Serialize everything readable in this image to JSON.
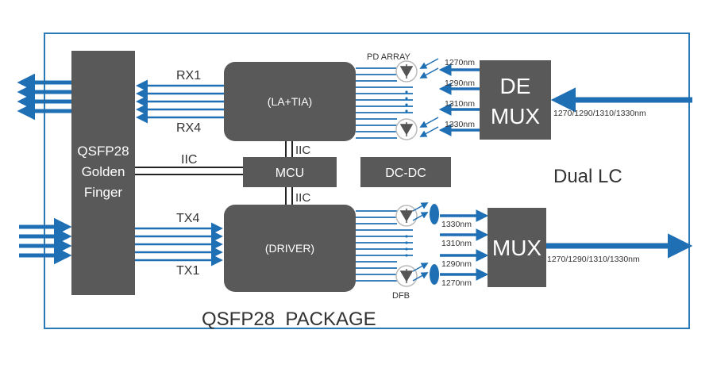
{
  "package_label": "QSFP28  PACKAGE",
  "golden_finger": {
    "line1": "QSFP28",
    "line2": "Golden",
    "line3": "Finger"
  },
  "rx": {
    "top": "RX1",
    "bottom": "RX4"
  },
  "tx": {
    "top": "TX4",
    "bottom": "TX1"
  },
  "iic": {
    "left": "IIC",
    "upper": "IIC",
    "lower": "IIC"
  },
  "la_tia": "(LA+TIA)",
  "driver": "(DRIVER)",
  "mcu": "MCU",
  "dcdc": "DC-DC",
  "pd_array": "PD ARRAY",
  "dfb": "DFB",
  "demux": {
    "line1": "DE",
    "line2": "MUX"
  },
  "mux": "MUX",
  "dual_lc": "Dual LC",
  "rx_wavelengths": [
    "1270nm",
    "1290nm",
    "1310nm",
    "1330nm"
  ],
  "tx_wavelengths": [
    "1330nm",
    "1310nm",
    "1290nm",
    "1270nm"
  ],
  "rx_fiber": "1270/1290/1310/1330nm",
  "tx_fiber": "1270/1290/1310/1330nm",
  "colors": {
    "blue": "#1f6fb5",
    "block": "#595959",
    "border": "#2a7ab8"
  }
}
